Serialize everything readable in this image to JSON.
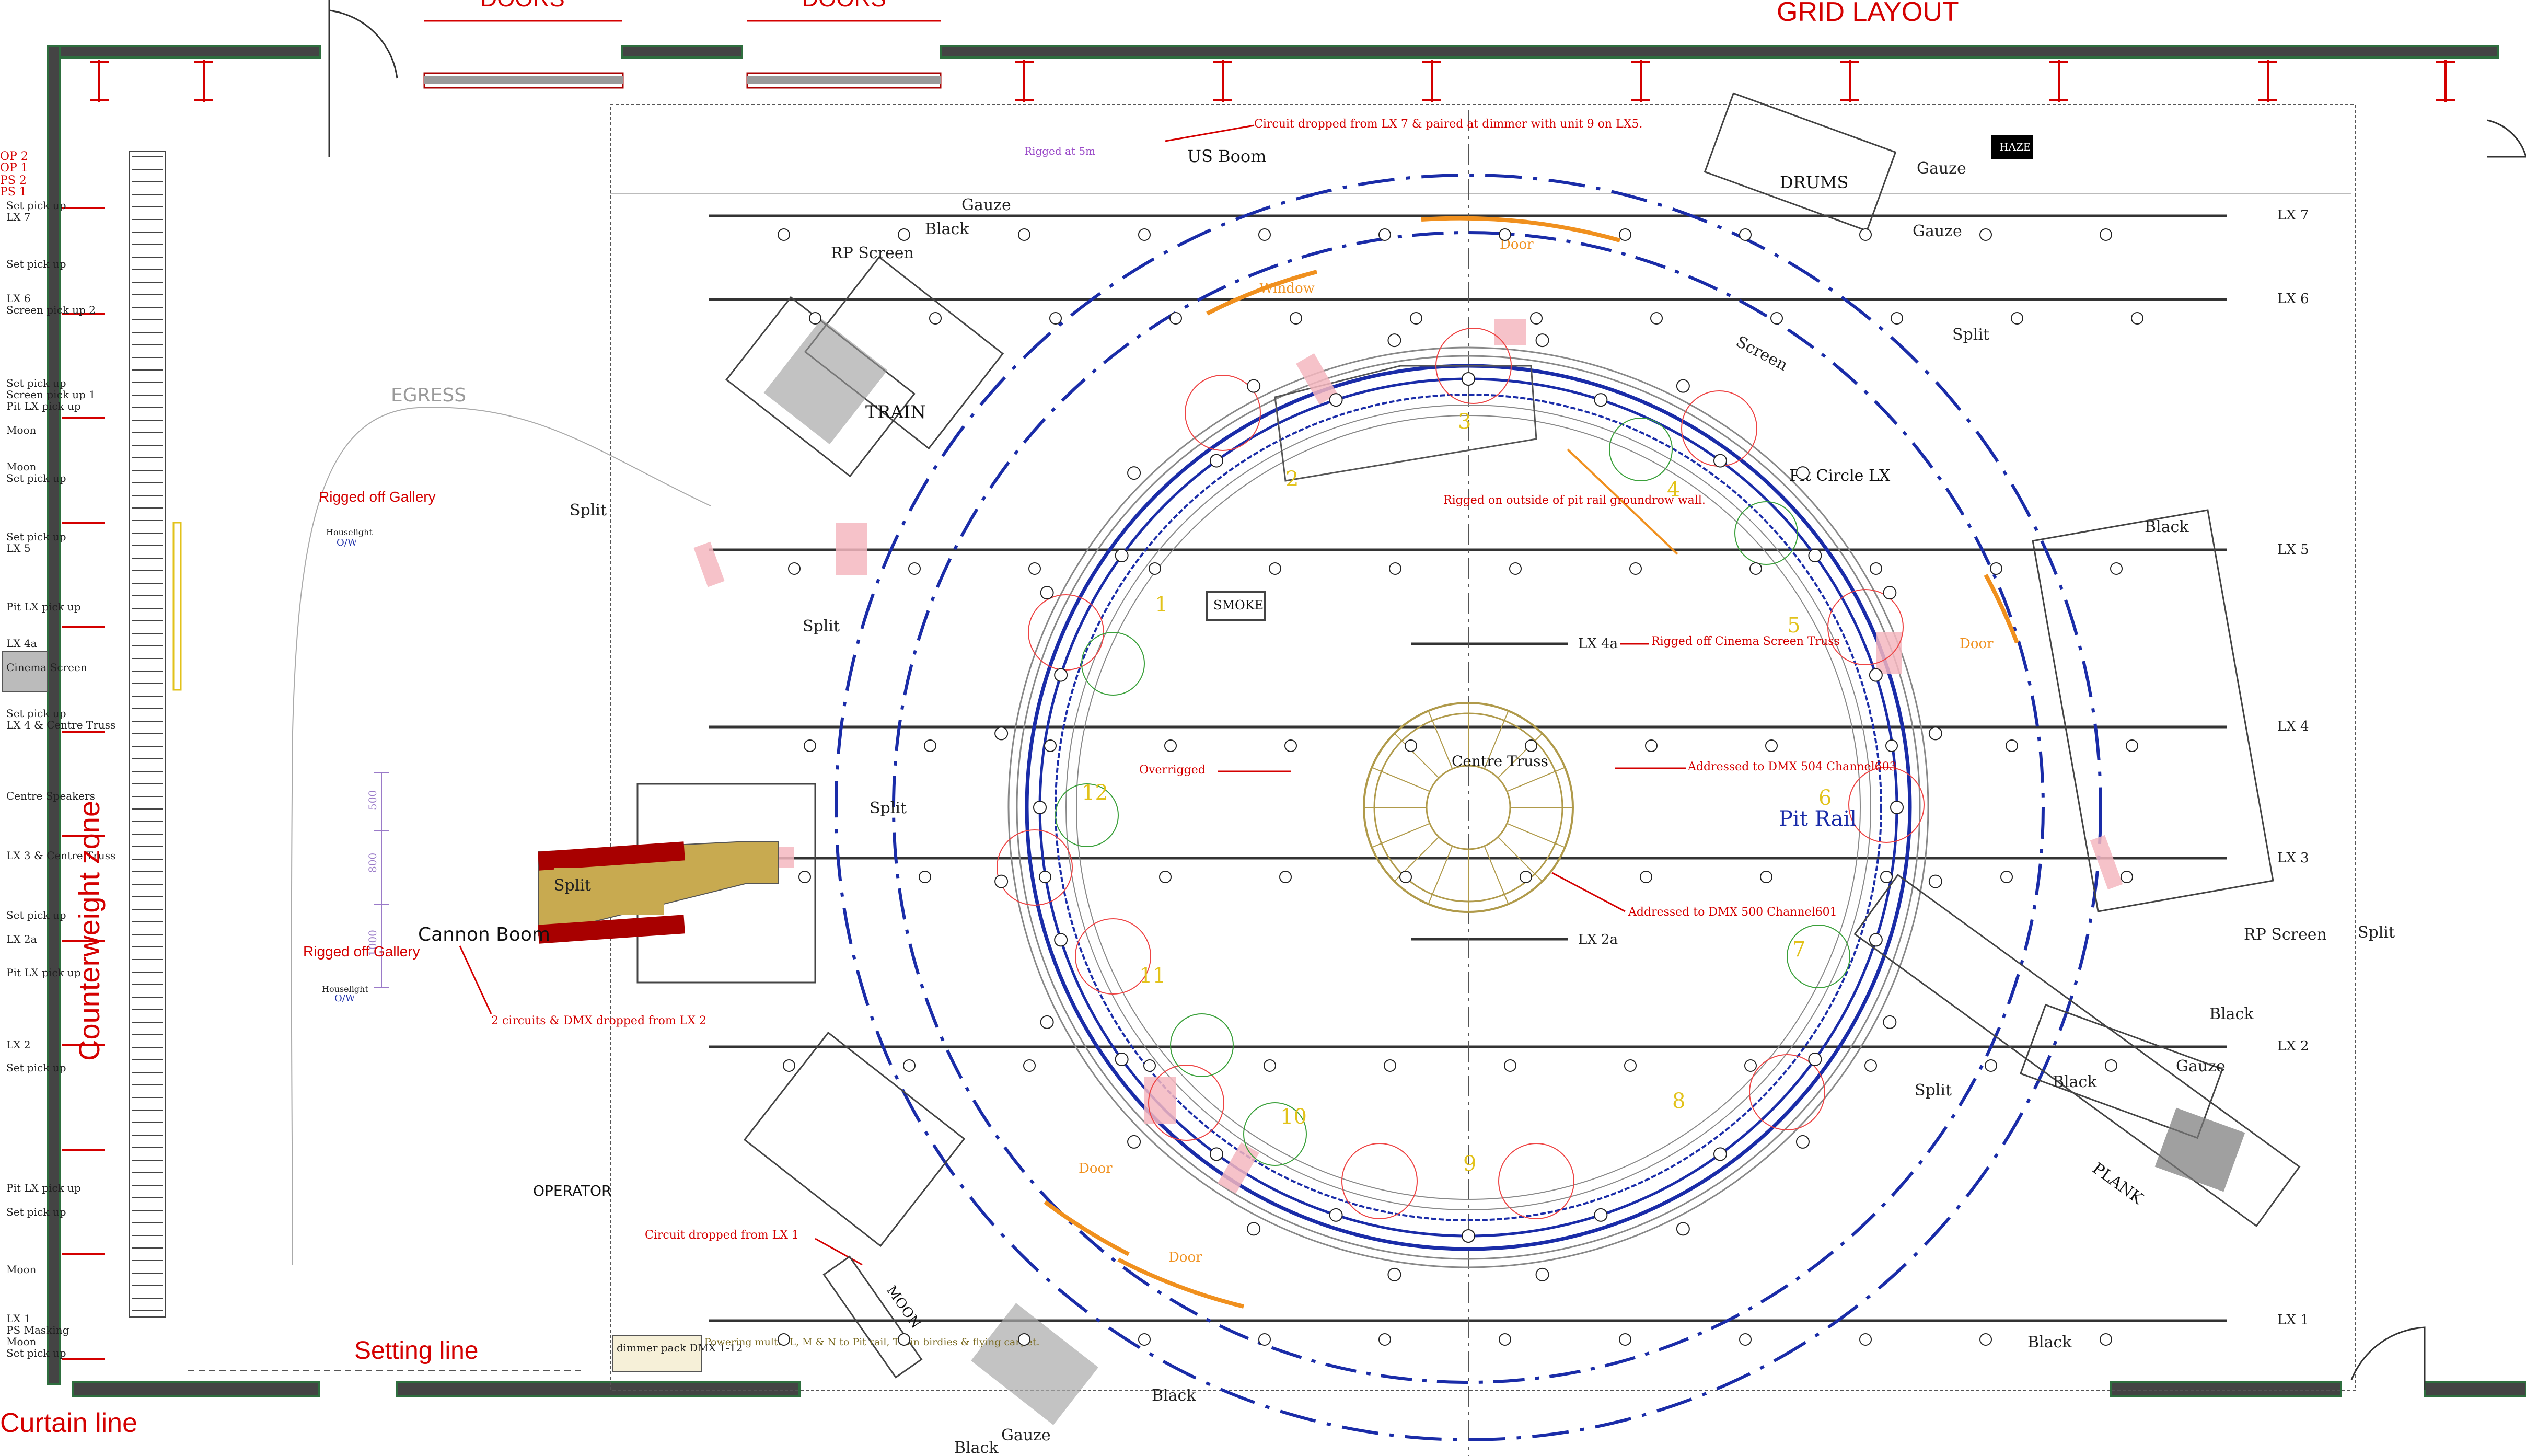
{
  "title": "GRID LAYOUT",
  "colors": {
    "red": "#d40000",
    "blue": "#1a2ca8",
    "pipe": "#333333",
    "wall": "#2e6e3e",
    "orange": "#f0901e",
    "yellow": "#e2c21a",
    "olive": "#b09a4a",
    "green": "#3aa03a"
  },
  "top_doors": [
    "DOORS",
    "DOORS"
  ],
  "pipes": [
    "LX 7",
    "LX 6",
    "LX 5",
    "LX 4a",
    "LX 4",
    "LX 3",
    "LX 2a",
    "LX 2",
    "LX 1"
  ],
  "left_margin": [
    "OP 2",
    "OP 1",
    "PS 2",
    "PS 1",
    "Set pick up",
    "LX 7",
    "Set pick up",
    "LX 6",
    "Screen pick up 2",
    "Set pick up",
    "Screen pick up 1",
    "Pit LX pick up",
    "Moon",
    "Moon",
    "Set pick up",
    "Set pick up",
    "LX 5",
    "Pit LX pick up",
    "LX 4a",
    "Cinema Screen",
    "Set pick up",
    "LX 4 & Centre Truss",
    "Centre Speakers",
    "LX 3 & Centre Truss",
    "Set pick up",
    "LX 2a",
    "Pit LX pick up",
    "LX 2",
    "Set pick up",
    "Pit LX pick up",
    "Set pick up",
    "Moon",
    "LX 1",
    "PS Masking",
    "Moon",
    "Set pick up"
  ],
  "counterweight": "Counterweight zone",
  "curtain": "Curtain line",
  "setting_line": "Setting line",
  "egress": "EGRESS",
  "operator": "OPERATOR",
  "rigged_gallery": "Rigged off Gallery",
  "houselight": "Houselight",
  "ow": "O/W",
  "split": "Split",
  "cannon_boom": "Cannon Boom",
  "cannon_note": "2 circuits & DMX dropped from LX 2",
  "us_boom": "US Boom",
  "rigged_5m": "Rigged at 5m",
  "lx7_note": "Circuit dropped from LX 7 & paired at dimmer with unit 9 on LX5.",
  "haze": "HAZE",
  "smoke": "SMOKE",
  "drums": "DRUMS",
  "gauze": "Gauze",
  "black": "Black",
  "rp_screen": "RP Screen",
  "train": "TRAIN",
  "window": "Window",
  "door": "Door",
  "screen": "Screen",
  "pit_circle": "Pit Circle LX",
  "pit_rail": "Pit Rail",
  "centre_truss": "Centre Truss",
  "overrigged": "Overrigged",
  "groundrow_note": "Rigged on outside of pit rail groundrow wall.",
  "cinema_note": "Rigged off Cinema Screen Truss",
  "dmx504": "Addressed to DMX 504 Channel603",
  "dmx500": "Addressed to DMX 500 Channel601",
  "lx1_note": "Circuit dropped from LX 1",
  "moon": "MOON",
  "plank": "PLANK",
  "dimmer_pack": "dimmer pack DMX 1-12",
  "powering_note": "Powering multis L, M & N to Pit rail, Train birdies & flying carpet.",
  "dims_left": [
    "500",
    "800",
    "1000"
  ],
  "segments": [
    "1",
    "2",
    "3",
    "4",
    "5",
    "6",
    "7",
    "8",
    "9",
    "10",
    "11",
    "12"
  ]
}
